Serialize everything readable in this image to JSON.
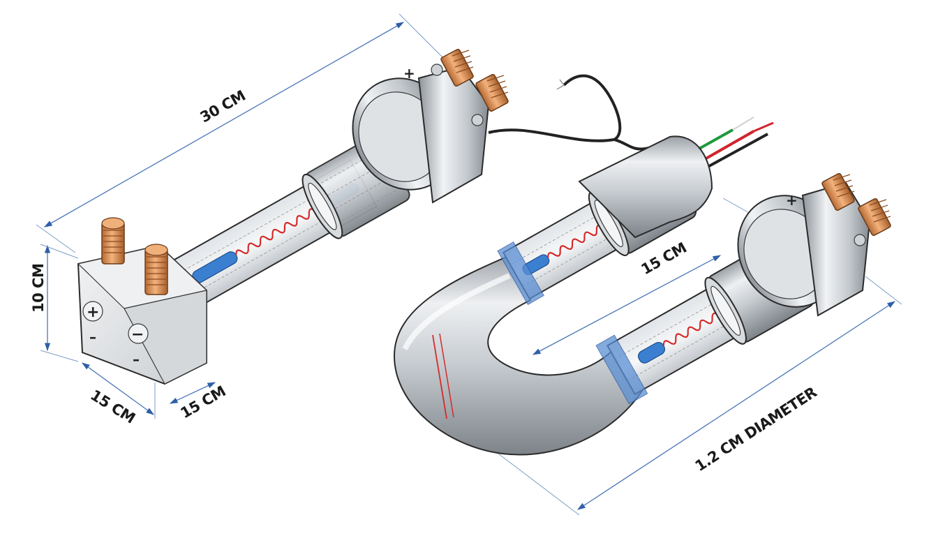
{
  "dimensions": {
    "length_top": "30 CM",
    "block_height": "10 CM",
    "block_width": "15 CM",
    "block_depth": "15 CM",
    "inner_length": "15 CM",
    "diameter": "1.2 CM DIAMETER"
  },
  "terminal_signs": {
    "positive": "+",
    "negative": "−",
    "minus_small": "–"
  },
  "colors": {
    "steel_light": "#eceef0",
    "steel_mid": "#b9bec3",
    "steel_dark": "#7d8388",
    "copper": "#d8874e",
    "coil_red": "#d42a2a",
    "rod_blue": "#3a7fd0",
    "band_blue": "#5b8fd4",
    "dimension_blue": "#4a76b8",
    "wire_green": "#1f9a3c",
    "wire_red": "#d0252b",
    "wire_black": "#222222"
  },
  "components": [
    "left-terminal-block",
    "straight-heating-tube",
    "u-shaped-heating-tube",
    "copper-terminal-posts",
    "lead-wires"
  ]
}
